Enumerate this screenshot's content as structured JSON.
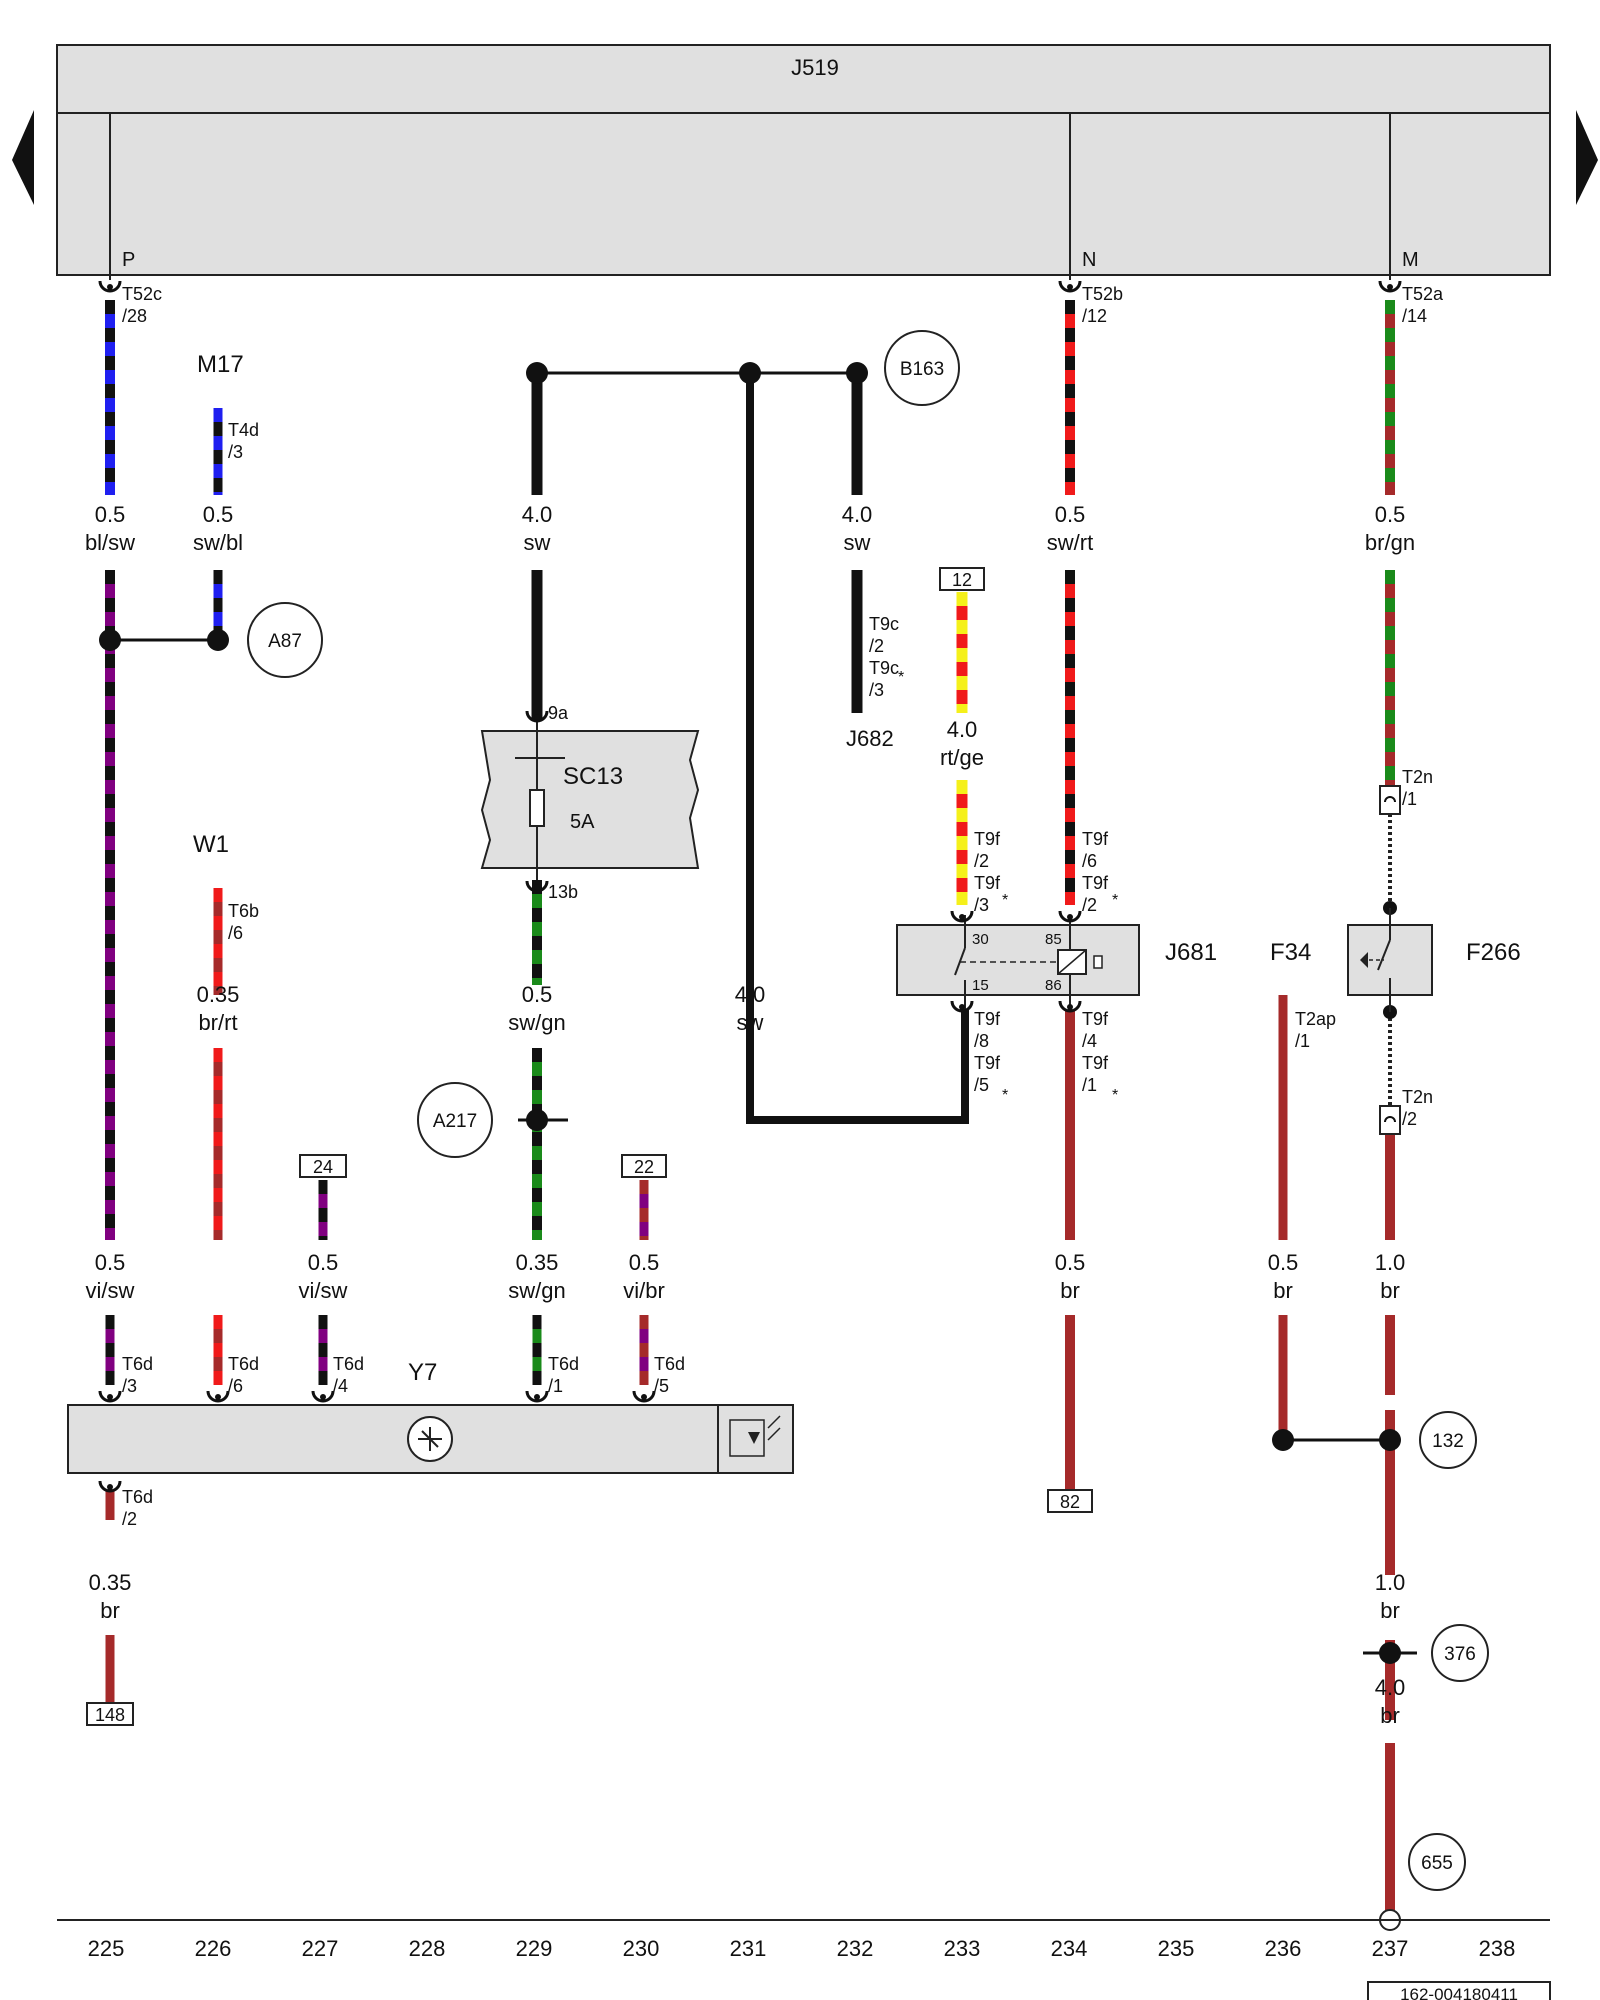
{
  "nav": {
    "prev": "prev-page-arrow",
    "next": "next-page-arrow"
  },
  "control_unit": {
    "label": "J519",
    "pins": [
      "P",
      "N",
      "M"
    ]
  },
  "connectors": {
    "t52c": [
      "T52c",
      "/28"
    ],
    "t52b": [
      "T52b",
      "/12"
    ],
    "t52a": [
      "T52a",
      "/14"
    ],
    "t4d": [
      "T4d",
      "/3"
    ],
    "t6b": [
      "T6b",
      "/6"
    ],
    "t9c": [
      "T9c",
      "/2",
      "T9c",
      "/3"
    ],
    "t9f_top_l": [
      "T9f",
      "/2",
      "T9f",
      "/3"
    ],
    "t9f_top_r": [
      "T9f",
      "/6",
      "T9f",
      "/2"
    ],
    "t9f_bot_l": [
      "T9f",
      "/8",
      "T9f",
      "/5"
    ],
    "t9f_bot_r": [
      "T9f",
      "/4",
      "T9f",
      "/1"
    ],
    "t2n1": [
      "T2n",
      "/1"
    ],
    "t2n2": [
      "T2n",
      "/2"
    ],
    "t2ap": [
      "T2ap",
      "/1"
    ],
    "t6d_3": [
      "T6d",
      "/3"
    ],
    "t6d_6": [
      "T6d",
      "/6"
    ],
    "t6d_4": [
      "T6d",
      "/4"
    ],
    "t6d_1": [
      "T6d",
      "/1"
    ],
    "t6d_5": [
      "T6d",
      "/5"
    ],
    "t6d_2": [
      "T6d",
      "/2"
    ],
    "sc_top": "9a",
    "sc_bot": "13b",
    "asterisk": "*"
  },
  "components": {
    "m17": "M17",
    "w1": "W1",
    "sc13": "SC13",
    "fuse_rating": "5A",
    "j682": "J682",
    "j681": "J681",
    "f34": "F34",
    "f266": "F266",
    "y7": "Y7",
    "relay_pins": [
      "30",
      "85",
      "15",
      "86"
    ]
  },
  "wires": [
    {
      "size": "0.5",
      "color": "bl/sw"
    },
    {
      "size": "0.5",
      "color": "sw/bl"
    },
    {
      "size": "4.0",
      "color": "sw"
    },
    {
      "size": "4.0",
      "color": "sw"
    },
    {
      "size": "0.5",
      "color": "sw/rt"
    },
    {
      "size": "0.5",
      "color": "br/gn"
    },
    {
      "size": "4.0",
      "color": "rt/ge"
    },
    {
      "size": "0.35",
      "color": "br/rt"
    },
    {
      "size": "0.5",
      "color": "sw/gn"
    },
    {
      "size": "4.0",
      "color": "sw"
    },
    {
      "size": "0.5",
      "color": "vi/sw"
    },
    {
      "size": "0.5",
      "color": "vi/sw"
    },
    {
      "size": "0.35",
      "color": "sw/gn"
    },
    {
      "size": "0.5",
      "color": "vi/br"
    },
    {
      "size": "0.5",
      "color": "br"
    },
    {
      "size": "0.5",
      "color": "br"
    },
    {
      "size": "1.0",
      "color": "br"
    },
    {
      "size": "0.35",
      "color": "br"
    },
    {
      "size": "1.0",
      "color": "br"
    },
    {
      "size": "4.0",
      "color": "br"
    }
  ],
  "circle_refs": [
    "B163",
    "A87",
    "A217",
    "132",
    "376",
    "655"
  ],
  "box_refs": [
    "12",
    "24",
    "22",
    "82",
    "148"
  ],
  "track_numbers": [
    "225",
    "226",
    "227",
    "228",
    "229",
    "230",
    "231",
    "232",
    "233",
    "234",
    "235",
    "236",
    "237",
    "238"
  ],
  "doc_id": "162-004180411",
  "wire_colors": {
    "bl": "#1f1ff0",
    "sw": "#111111",
    "rt": "#f01a1a",
    "br": "#a52a2a",
    "gn": "#1a8a1a",
    "ge": "#f5f01a",
    "vi": "#800080"
  }
}
